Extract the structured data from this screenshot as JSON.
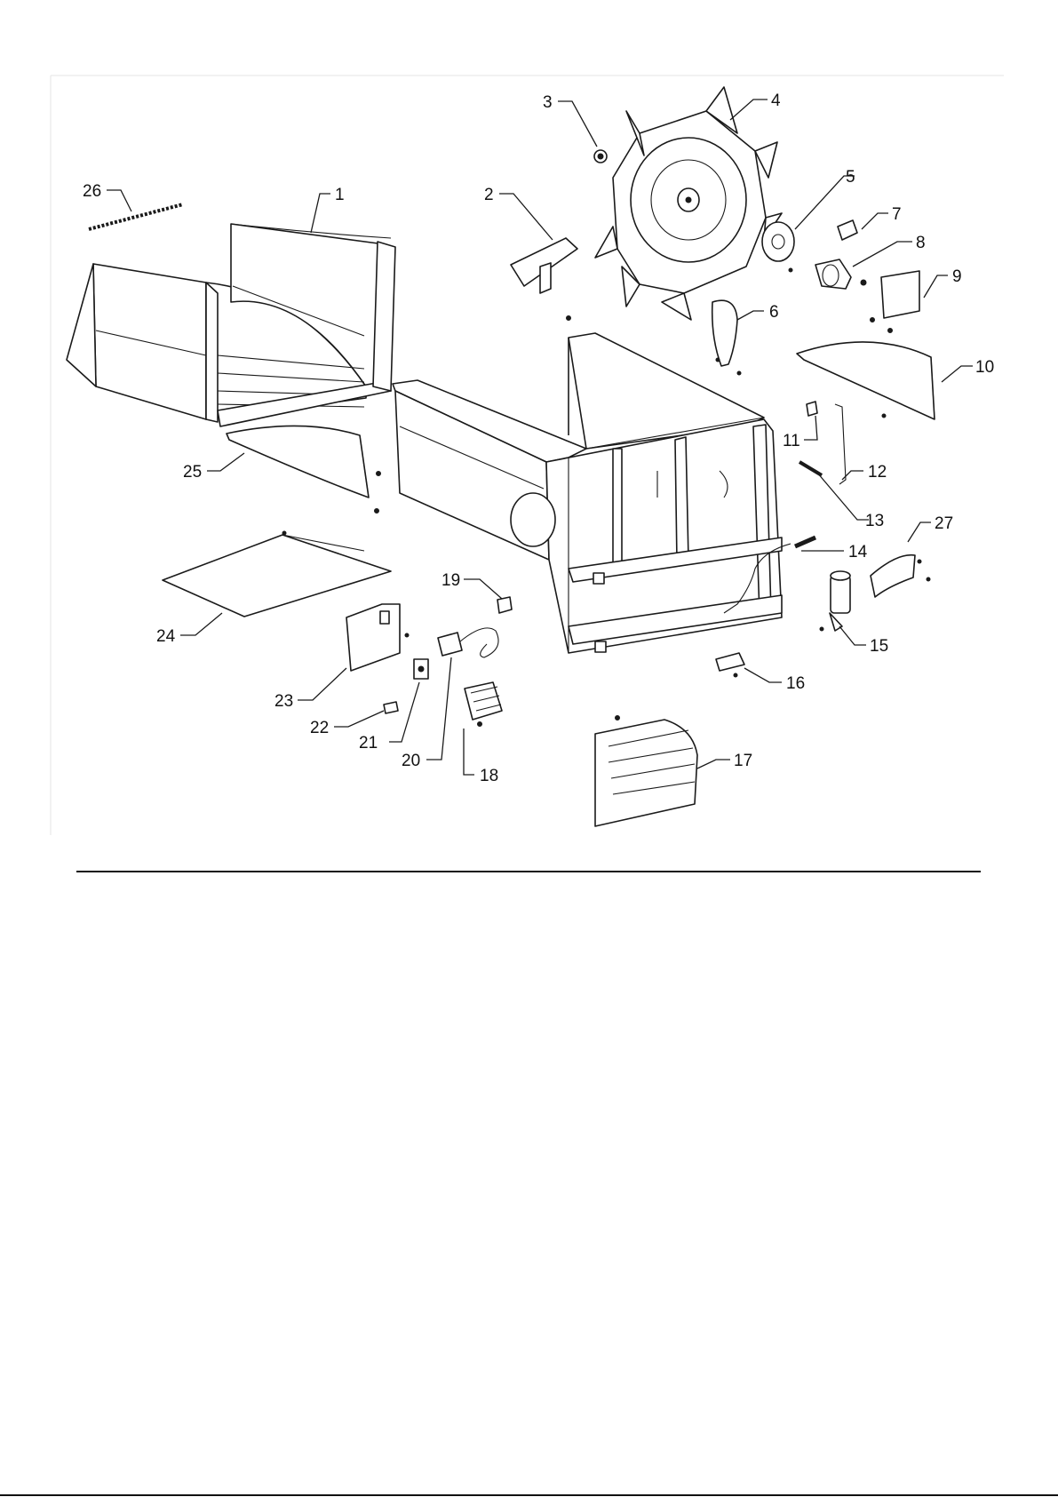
{
  "diagram": {
    "callouts": [
      {
        "id": 1,
        "label": "1"
      },
      {
        "id": 2,
        "label": "2"
      },
      {
        "id": 3,
        "label": "3"
      },
      {
        "id": 4,
        "label": "4"
      },
      {
        "id": 5,
        "label": "5"
      },
      {
        "id": 6,
        "label": "6"
      },
      {
        "id": 7,
        "label": "7"
      },
      {
        "id": 8,
        "label": "8"
      },
      {
        "id": 9,
        "label": "9"
      },
      {
        "id": 10,
        "label": "10"
      },
      {
        "id": 11,
        "label": "11"
      },
      {
        "id": 12,
        "label": "12"
      },
      {
        "id": 13,
        "label": "13"
      },
      {
        "id": 14,
        "label": "14"
      },
      {
        "id": 15,
        "label": "15"
      },
      {
        "id": 16,
        "label": "16"
      },
      {
        "id": 17,
        "label": "17"
      },
      {
        "id": 18,
        "label": "18"
      },
      {
        "id": 19,
        "label": "19"
      },
      {
        "id": 20,
        "label": "20"
      },
      {
        "id": 21,
        "label": "21"
      },
      {
        "id": 22,
        "label": "22"
      },
      {
        "id": 23,
        "label": "23"
      },
      {
        "id": 24,
        "label": "24"
      },
      {
        "id": 25,
        "label": "25"
      },
      {
        "id": 26,
        "label": "26"
      },
      {
        "id": 27,
        "label": "27"
      }
    ]
  }
}
